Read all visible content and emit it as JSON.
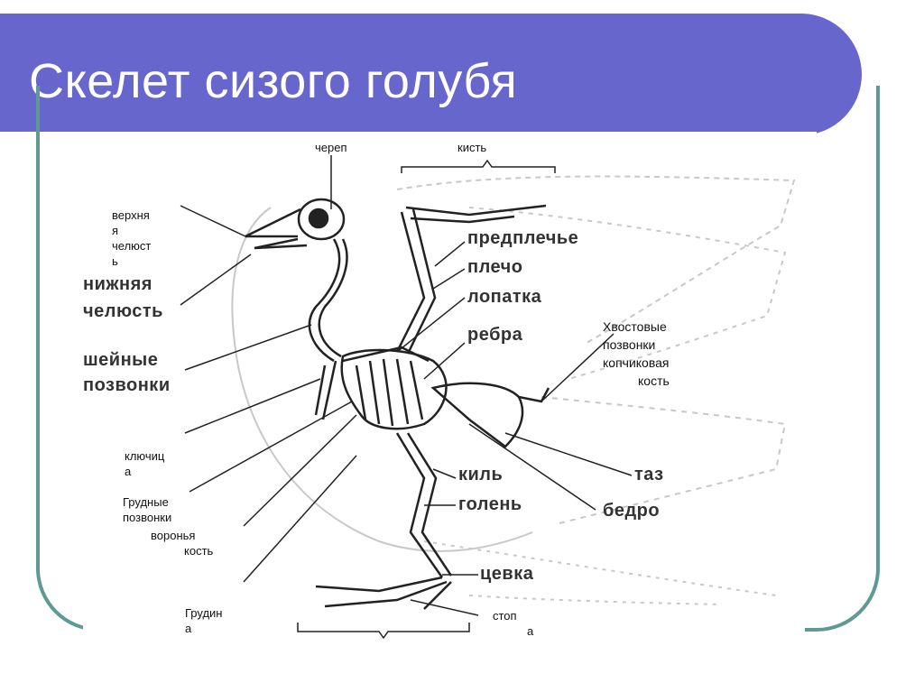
{
  "slide": {
    "title": "Скелет сизого голубя"
  },
  "labels": {
    "skull": "череп",
    "hand": "кисть",
    "upper_jaw_line1": "верхня",
    "upper_jaw_line2": "я",
    "upper_jaw_line3": "челюст",
    "upper_jaw_line4": "ь",
    "lower_jaw_line1": "нижняя",
    "lower_jaw_line2": "челюсть",
    "cervical_line1": "шейные",
    "cervical_line2": "позвонки",
    "clavicle_line1": "ключиц",
    "clavicle_line2": "а",
    "thoracic_line1": "Грудные",
    "thoracic_line2": "позвонки",
    "coracoid_line1": "воронья",
    "coracoid_line2": "кость",
    "sternum_line1": "Грудин",
    "sternum_line2": "а",
    "forearm": "предплечье",
    "shoulder": "плечо",
    "scapula": "лопатка",
    "ribs": "ребра",
    "tail_line1": "Хвостовые",
    "tail_line2": "позвонки",
    "tail_line3": "копчиковая",
    "tail_line4": "кость",
    "keel": "киль",
    "pelvis": "таз",
    "shin": "голень",
    "thigh": "бедро",
    "tarsus": "цевка",
    "foot_line1": "стоп",
    "foot_line2": "а"
  },
  "colors": {
    "title_bar": "#6666cc",
    "frame": "#5e9a93",
    "bone_stroke": "#222222",
    "silhouette": "#c8c8c8"
  }
}
